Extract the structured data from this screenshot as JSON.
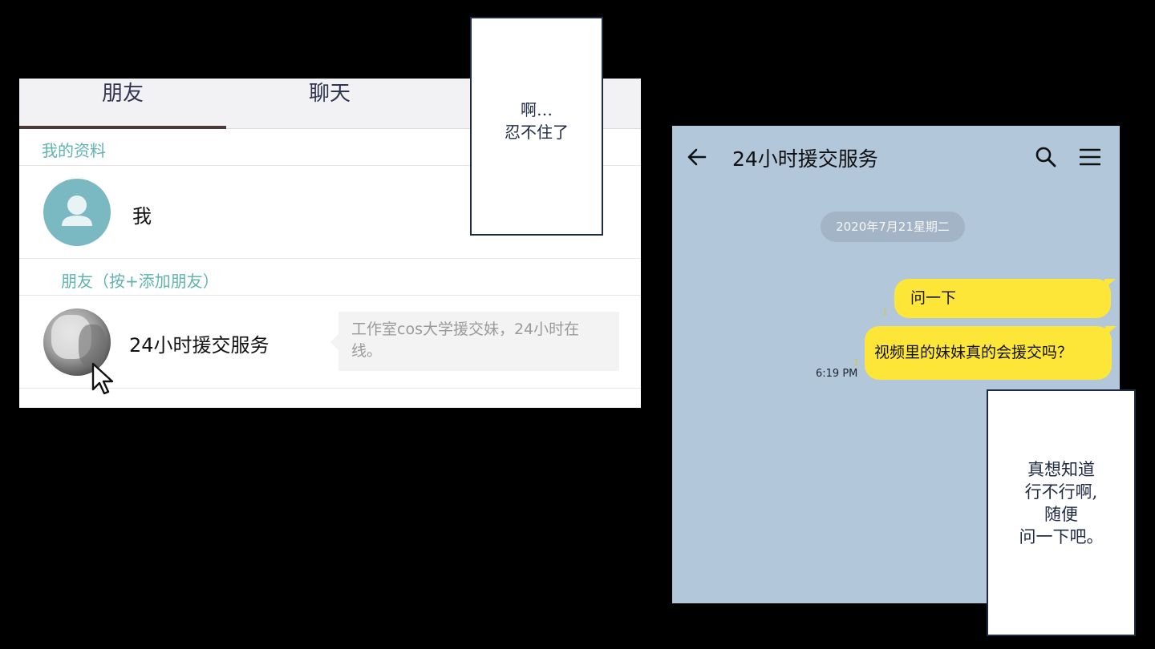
{
  "friends_panel": {
    "tabs": [
      {
        "label": "朋友",
        "active": true
      },
      {
        "label": "聊天",
        "active": false
      }
    ],
    "my_profile_label": "我的资料",
    "me_name": "我",
    "friends_label": "朋友（按+添加朋友）",
    "friend": {
      "name": "24小时援交服务",
      "signature": "工作室cos大学援交妹，24小时在线。"
    }
  },
  "captions": {
    "top": [
      "啊…",
      "忍不住了"
    ],
    "bottom": [
      "真想知道",
      "行不行啊,",
      "随便",
      "问一下吧。"
    ]
  },
  "chat": {
    "title": "24小时援交服务",
    "date_separator": "2020年7月21星期二",
    "messages": [
      {
        "text": "问一下",
        "read_count": "1"
      },
      {
        "text": "视频里的妹妹真的会援交吗？",
        "read_count": "1",
        "time": "6:19 PM"
      }
    ]
  },
  "colors": {
    "chat_background": "#b2c7da",
    "outgoing_bubble": "#fde637",
    "section_label": "#5fb4b0",
    "page_background": "#000000"
  }
}
